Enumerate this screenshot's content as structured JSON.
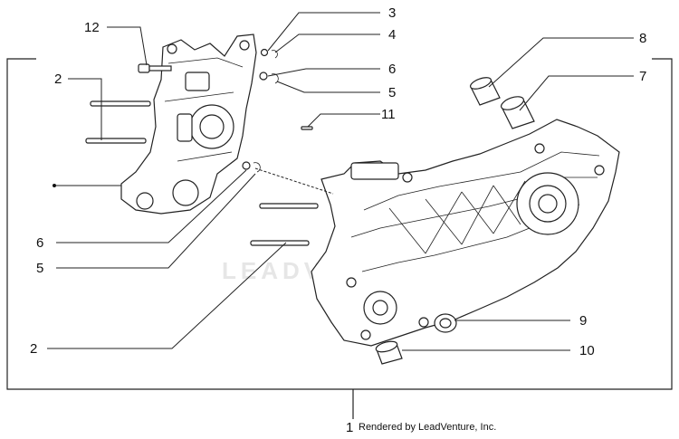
{
  "watermark": "LEADVENTURE",
  "credit": "Rendered by LeadVenture, Inc.",
  "callouts": {
    "c1": "1",
    "c2a": "2",
    "c2b": "2",
    "c3": "3",
    "c4": "4",
    "c5a": "5",
    "c5b": "5",
    "c6a": "6",
    "c6b": "6",
    "c7": "7",
    "c8": "8",
    "c9": "9",
    "c10": "10",
    "c11": "11",
    "c12": "12"
  }
}
